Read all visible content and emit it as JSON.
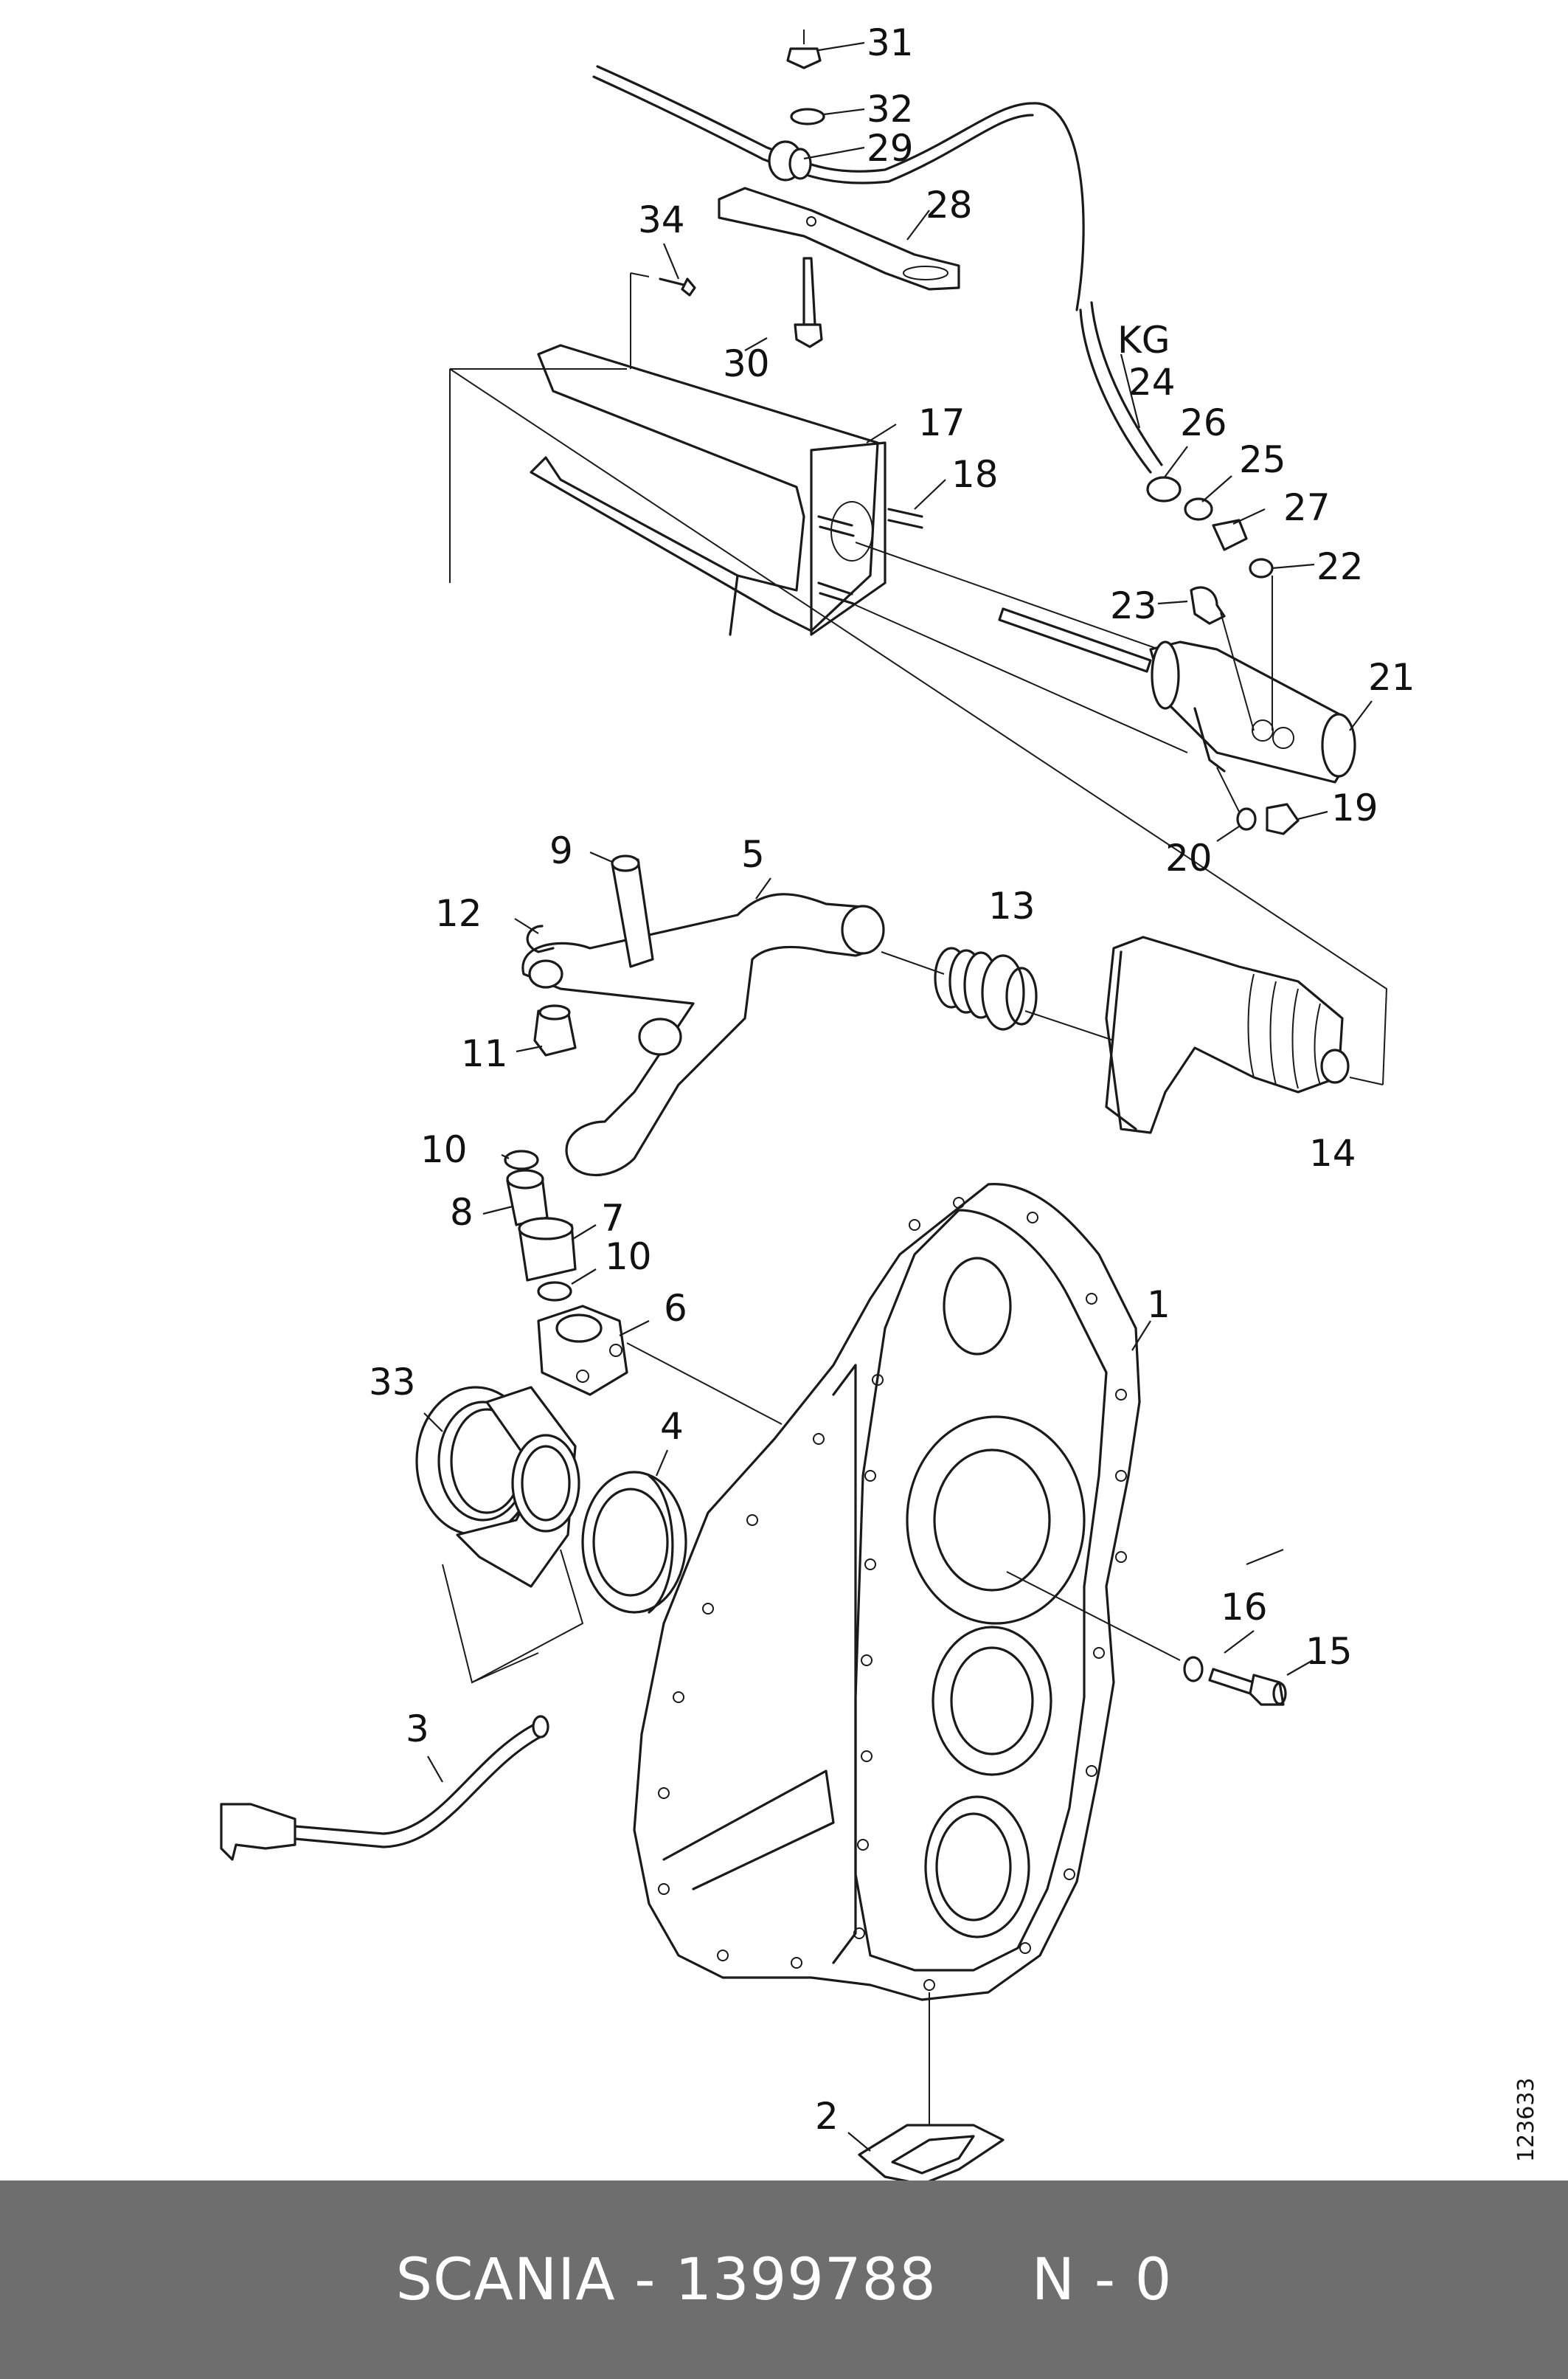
{
  "callouts": {
    "c1": "1",
    "c2": "2",
    "c3": "3",
    "c4": "4",
    "c5": "5",
    "c6": "6",
    "c7": "7",
    "c8": "8",
    "c9": "9",
    "c10a": "10",
    "c10b": "10",
    "c11": "11",
    "c12": "12",
    "c13": "13",
    "c14": "14",
    "c15": "15",
    "c16": "16",
    "c17": "17",
    "c18": "18",
    "c19": "19",
    "c20": "20",
    "c21": "21",
    "c22": "22",
    "c23": "23",
    "c24": "24",
    "c25": "25",
    "c26": "26",
    "c27": "27",
    "c28": "28",
    "c29": "29",
    "c30": "30",
    "c31": "31",
    "c32": "32",
    "c33": "33",
    "c34": "34",
    "kg": "KG"
  },
  "side_reference": "123633",
  "footer": {
    "text": "SCANIA - 1399788     N - 0"
  }
}
